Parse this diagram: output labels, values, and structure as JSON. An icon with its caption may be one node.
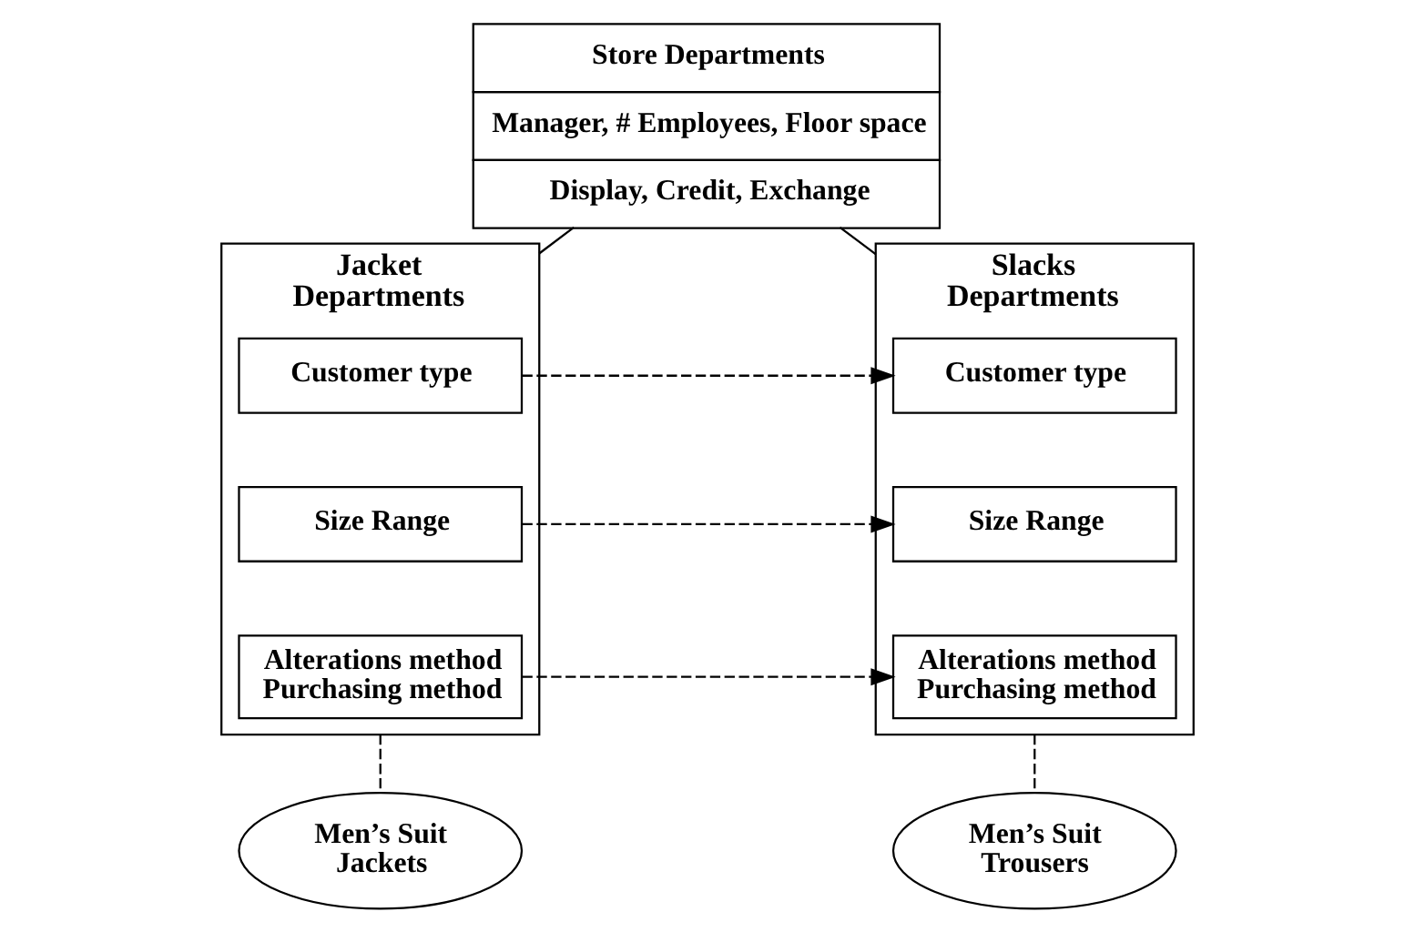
{
  "diagram": {
    "nodes": [
      {
        "text": [
          "Store Departments",
          "Manager, # Employees, Floor space",
          "Display, Credit, Exchange"
        ]
      },
      {
        "text": [
          "Jacket Departments"
        ]
      },
      {
        "text": [
          "Customer type"
        ],
        "in": 1
      },
      {
        "text": [
          "Size Range"
        ],
        "in": 1
      },
      {
        "text": [
          "Alterations method Purchasing method"
        ],
        "in": 1
      },
      {
        "text": [
          "Slacks Departments"
        ]
      },
      {
        "text": [
          "Customer type"
        ],
        "in": 5
      },
      {
        "text": [
          "Size Range"
        ],
        "in": 5
      },
      {
        "text": [
          "Alterations method Purchasing method"
        ],
        "in": 5
      },
      {
        "text": [
          "Men’s Suit Jackets"
        ]
      },
      {
        "text": [
          "Men’s Suit Trousers"
        ]
      }
    ],
    "edges": [
      {
        "from": 0,
        "to": 1,
        "arrow": "none"
      },
      {
        "from": 0,
        "to": 5,
        "arrow": "none"
      },
      {
        "from": 2,
        "to": 6,
        "arrow": "to",
        "style": "dashed"
      },
      {
        "from": 3,
        "to": 7,
        "arrow": "to",
        "style": "dashed"
      },
      {
        "from": 4,
        "to": 8,
        "arrow": "to",
        "style": "dashed"
      },
      {
        "from": 1,
        "to": 9,
        "arrow": "none",
        "style": "dashed"
      },
      {
        "from": 5,
        "to": 10,
        "arrow": "none",
        "style": "dashed"
      }
    ]
  }
}
